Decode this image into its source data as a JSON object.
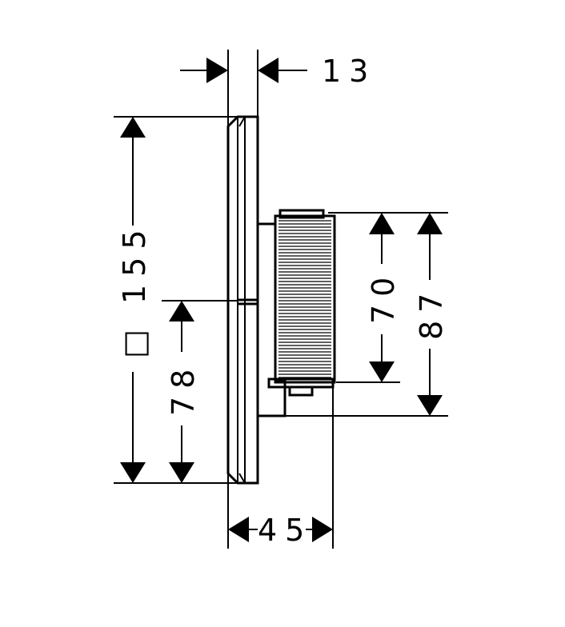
{
  "colors": {
    "ink": "#000000",
    "paper": "#ffffff"
  },
  "dimensions": {
    "plate_depth": "13",
    "plate_square": "□ 155",
    "half_height": "78",
    "knob_inner": "70",
    "knob_outer": "87",
    "total_depth": "45"
  }
}
